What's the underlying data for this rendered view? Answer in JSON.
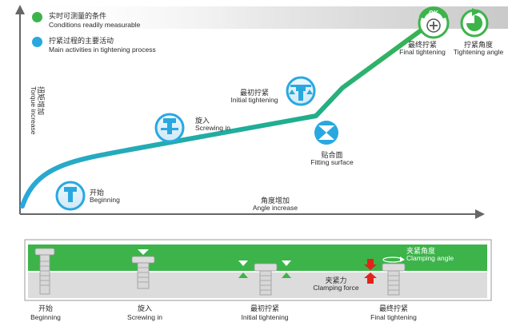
{
  "legend": {
    "measurable": {
      "cn": "实时可测量的条件",
      "en": "Conditions readily measurable",
      "color": "#3cb44a"
    },
    "activities": {
      "cn": "拧紧过程的主要活动",
      "en": "Main activities in tightening process",
      "color": "#29a8e0"
    }
  },
  "axes": {
    "y_cn": "扭矩增加",
    "y_en": "Torque increase",
    "x_cn": "角度增加",
    "x_en": "Angle increase"
  },
  "stages": {
    "beginning": {
      "cn": "开始",
      "en": "Beginning"
    },
    "screwing": {
      "cn": "旋入",
      "en": "Screwing in"
    },
    "initial": {
      "cn": "最初拧紧",
      "en": "Initial tightening"
    },
    "fitting": {
      "cn": "贴合面",
      "en": "Fitting surface"
    },
    "final": {
      "cn": "最终拧紧",
      "en": "Final tightening"
    },
    "angle": {
      "cn": "拧紧角度",
      "en": "Tightening angle"
    }
  },
  "ok_badge": "OK",
  "bottom": {
    "clamping_angle": {
      "cn": "夹紧角度",
      "en": "Clamping angle"
    },
    "clamping_force": {
      "cn": "夹紧力",
      "en": "Clamping force"
    },
    "stages": [
      {
        "cn": "开始",
        "en": "Beginning"
      },
      {
        "cn": "旋入",
        "en": "Screwing in"
      },
      {
        "cn": "最初拧紧",
        "en": "Initial tightening"
      },
      {
        "cn": "最终拧紧",
        "en": "Final tightening"
      }
    ]
  },
  "colors": {
    "green": "#3cb44a",
    "blue": "#29a8e0",
    "axis": "#666666",
    "plate": "#cfcfcf",
    "arrow_red": "#e2231a"
  }
}
